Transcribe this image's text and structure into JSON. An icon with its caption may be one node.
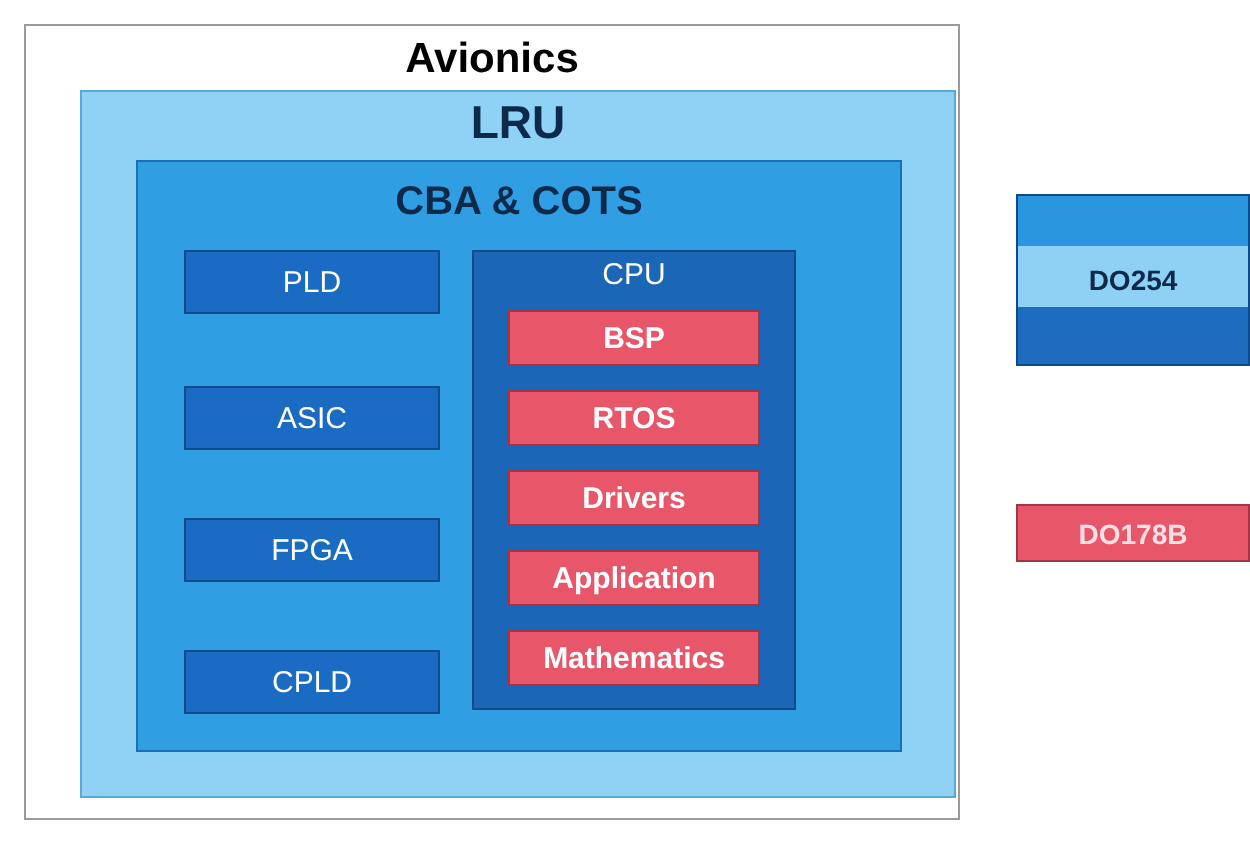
{
  "diagram": {
    "nodes": [
      {
        "text": [
          "Avionics"
        ]
      },
      {
        "text": [
          "LRU"
        ],
        "in": 0
      },
      {
        "text": [
          "CBA & COTS"
        ],
        "in": 1
      },
      {
        "text": [
          "PLD"
        ],
        "in": 2
      },
      {
        "text": [
          "ASIC"
        ],
        "in": 2
      },
      {
        "text": [
          "FPGA"
        ],
        "in": 2
      },
      {
        "text": [
          "CPLD"
        ],
        "in": 2
      },
      {
        "text": [
          "CPU"
        ],
        "in": 2
      },
      {
        "text": [
          "BSP"
        ],
        "in": 7
      },
      {
        "text": [
          "RTOS"
        ],
        "in": 7
      },
      {
        "text": [
          "Drivers"
        ],
        "in": 7
      },
      {
        "text": [
          "Application"
        ],
        "in": 7
      },
      {
        "text": [
          "Mathematics"
        ],
        "in": 7
      },
      {
        "text": [
          "DO254"
        ]
      },
      {
        "text": [
          "DO178B"
        ]
      }
    ]
  }
}
